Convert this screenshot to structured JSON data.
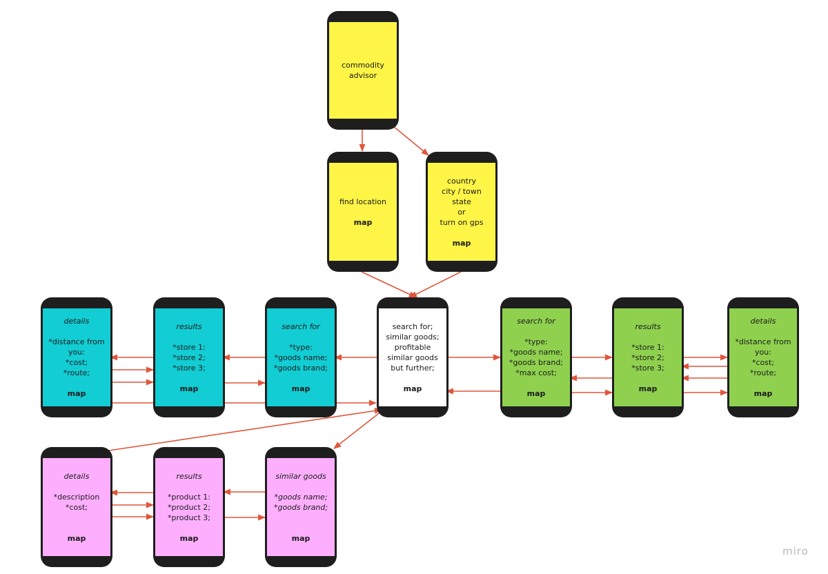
{
  "colors": {
    "yellow": "#fff546",
    "cyan": "#12cdd4",
    "green": "#8fd14f",
    "pink": "#fdaffd",
    "white": "#ffffff",
    "phone_body": "#1e1e1e",
    "arrow": "#e0553a"
  },
  "watermark": "miro",
  "screens": {
    "advisor": {
      "lines": [
        "commodity",
        "advisor"
      ]
    },
    "find_location": {
      "lines": [
        "find location"
      ],
      "map": "map"
    },
    "country": {
      "lines": [
        "country",
        "city / town",
        "state",
        "or",
        "turn on gps"
      ],
      "map": "map"
    },
    "search_center": {
      "lines": [
        "search for;",
        "similar goods;",
        "profitable",
        "similar goods",
        "but further;"
      ],
      "map": "map"
    },
    "cyan_search": {
      "title": "search for",
      "lines": [
        "*type:",
        "*goods name;",
        "*goods brand;"
      ],
      "map": "map"
    },
    "cyan_results": {
      "title": "results",
      "lines": [
        "*store 1:",
        "*store 2;",
        "*store 3;"
      ],
      "map": "map"
    },
    "cyan_details": {
      "title": "details",
      "lines": [
        "*distance from",
        "you:",
        "*cost;",
        "*route;"
      ],
      "map": "map"
    },
    "green_search": {
      "title": "search for",
      "lines": [
        "*type:",
        "*goods name;",
        "*goods brand;",
        "*max cost;"
      ],
      "map": "map"
    },
    "green_results": {
      "title": "results",
      "lines": [
        "*store 1:",
        "*store 2;",
        "*store 3;"
      ],
      "map": "map"
    },
    "green_details": {
      "title": "details",
      "lines": [
        "*distance from",
        "you:",
        "*cost;",
        "*route;"
      ],
      "map": "map"
    },
    "pink_similar": {
      "title": "similar goods",
      "lines": [
        "*goods name;",
        "*goods brand;"
      ],
      "map": "map",
      "italic_lines": true
    },
    "pink_results": {
      "title": "results",
      "lines": [
        "*product 1:",
        "*product 2;",
        "*product 3;"
      ],
      "map": "map"
    },
    "pink_details": {
      "title": "details",
      "lines": [
        "*description",
        "*cost;"
      ],
      "map": "map"
    }
  }
}
